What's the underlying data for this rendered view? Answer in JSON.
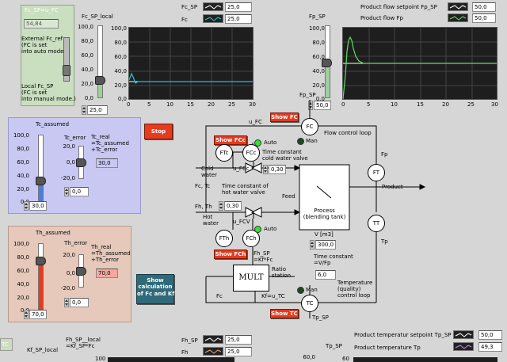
{
  "fc_mode_panel": {
    "fc_sp_u_fc_label": "Fc_SP=u_FC",
    "fc_sp_u_fc_value": "54,84",
    "external_text": "External Fc_ref\n(FC is set\ninto auto mode.)",
    "local_text": "Local Fc_SP\n(FC is set\ninto manual mode.)"
  },
  "fc_sp_local": {
    "label": "Fc_SP_local",
    "ticks": [
      "100,0",
      "80,0",
      "60,0",
      "40,0",
      "20,0",
      "0,0"
    ],
    "value": "25,0",
    "level": 0.25
  },
  "chart_fc": {
    "legend_sp": "Fc_SP",
    "legend_sp_value": "25,0",
    "legend_pv": "Fc",
    "legend_pv_value": "25,0",
    "yticks": [
      "100,0",
      "80,0",
      "60,0",
      "40,0",
      "20,0",
      "0,0"
    ],
    "xticks": [
      "0",
      "5",
      "10",
      "15",
      "20",
      "25",
      "30"
    ],
    "sp_color": "#ffffff",
    "pv_color": "#19c7d6"
  },
  "chart_fp": {
    "legend_sp": "Product flow setpoint Fp_SP",
    "legend_sp_value": "50,0",
    "legend_pv": "Product flow Fp",
    "legend_pv_value": "50,0",
    "side_label": "Fp_SP",
    "yticks": [
      "100,0",
      "80,0",
      "60,0",
      "40,0",
      "20,0",
      "0,0"
    ],
    "xticks": [
      "0",
      "5",
      "10",
      "15",
      "20",
      "25",
      "30"
    ],
    "slider_value": "50,0",
    "level": 0.5,
    "sp_color": "#ffffff",
    "pv_color": "#5fe05f"
  },
  "tc_panel": {
    "title": "Tc_assumed",
    "ticks": [
      "100,0",
      "80,0",
      "60,0",
      "40,0",
      "20,0",
      "0,0"
    ],
    "value": "30,0",
    "level": 0.3,
    "error_label": "Tc_error",
    "error_ticks": [
      "20,0",
      "0,0",
      "-20,0"
    ],
    "error_value": "0,0",
    "real_label": "Tc_real\n=Tc_assumed\n+Tc_error",
    "real_value": "30,0",
    "fill_color": "#4a7de0"
  },
  "th_panel": {
    "title": "Th_assumed",
    "ticks": [
      "100,0",
      "80,0",
      "60,0",
      "40,0",
      "20,0",
      "0,0"
    ],
    "value": "70,0",
    "level": 0.7,
    "error_label": "Th_error",
    "error_ticks": [
      "20,0",
      "0,0",
      "-20,0"
    ],
    "error_value": "0,0",
    "real_label": "Th_real\n=Th_assumed\n+Th_error",
    "real_value": "70,0",
    "fill_color": "#e83a1a"
  },
  "buttons": {
    "stop": "Stop",
    "show_calc": "Show\ncalculation\nof Fc and Kf",
    "show_fc": "Show FC",
    "show_fcc": "Show FCc",
    "show_fch": "Show FCh",
    "show_tc": "Show TC"
  },
  "diagram": {
    "fp_sp": "Fp_SP",
    "u_fc": "u_FC",
    "fc": "FC",
    "man_fc": "Man",
    "flow_loop": "Flow control loop",
    "ftc": "FTc",
    "fcc": "FCc",
    "auto_c": "Auto",
    "tc_cold_label": "Time constant\ncold water valve",
    "tc_cold_value": "0,30",
    "u_fcc": "u_FCc",
    "cold_water": "Cold\nwater",
    "fc_tc": "Fc, Tc",
    "tc_hot_label": "Time constant of\nhot water valve",
    "tc_hot_value": "0,30",
    "feed": "Feed",
    "fh_th": "Fh, Th",
    "hot_water": "Hot\nwater",
    "u_fcv": "u_FCV",
    "fth": "FTh",
    "fch": "FCh",
    "auto_h": "Auto",
    "process": "Process\n(blending tank)",
    "v_label": "V [m3]",
    "v_value": "300,0",
    "fh_sp_label": "Fh_SP\n=Kf*Fc",
    "ratio_label": "Ratio\nstation",
    "mult": "MULT",
    "tconst_label": "Time constant\n=V/Fp",
    "tconst_value": "6,0",
    "fp": "Fp",
    "ft": "FT",
    "product": "Product",
    "tt": "TT",
    "tp": "Tp",
    "fc_line": "Fc",
    "kf_u_tc": "Kf=u_TC",
    "man_tc": "Man",
    "tc": "TC",
    "temp_loop": "Temperature\n(quality)\ncontrol loop",
    "tp_sp": "Tp_SP"
  },
  "bottom": {
    "tc_tag": "TC",
    "kf_sp_local": "Kf_SP_local",
    "fh_sp_local": "Fh_SP__local\n=Kf_SP*Fc",
    "fh_sp": "Fh_SP",
    "fh_sp_value": "25,0",
    "fh": "Fh",
    "fh_value": "25,0",
    "tp_sp_label": "Tp_SP",
    "tp_tick": "60,0",
    "prod_temp_sp": "Product temperatur setpoint Tp_SP",
    "prod_temp_sp_value": "50,0",
    "prod_temp": "Product temperature Tp",
    "prod_temp_value": "49,3",
    "bottom_tick_left": "100",
    "bottom_tick_right": "60"
  }
}
